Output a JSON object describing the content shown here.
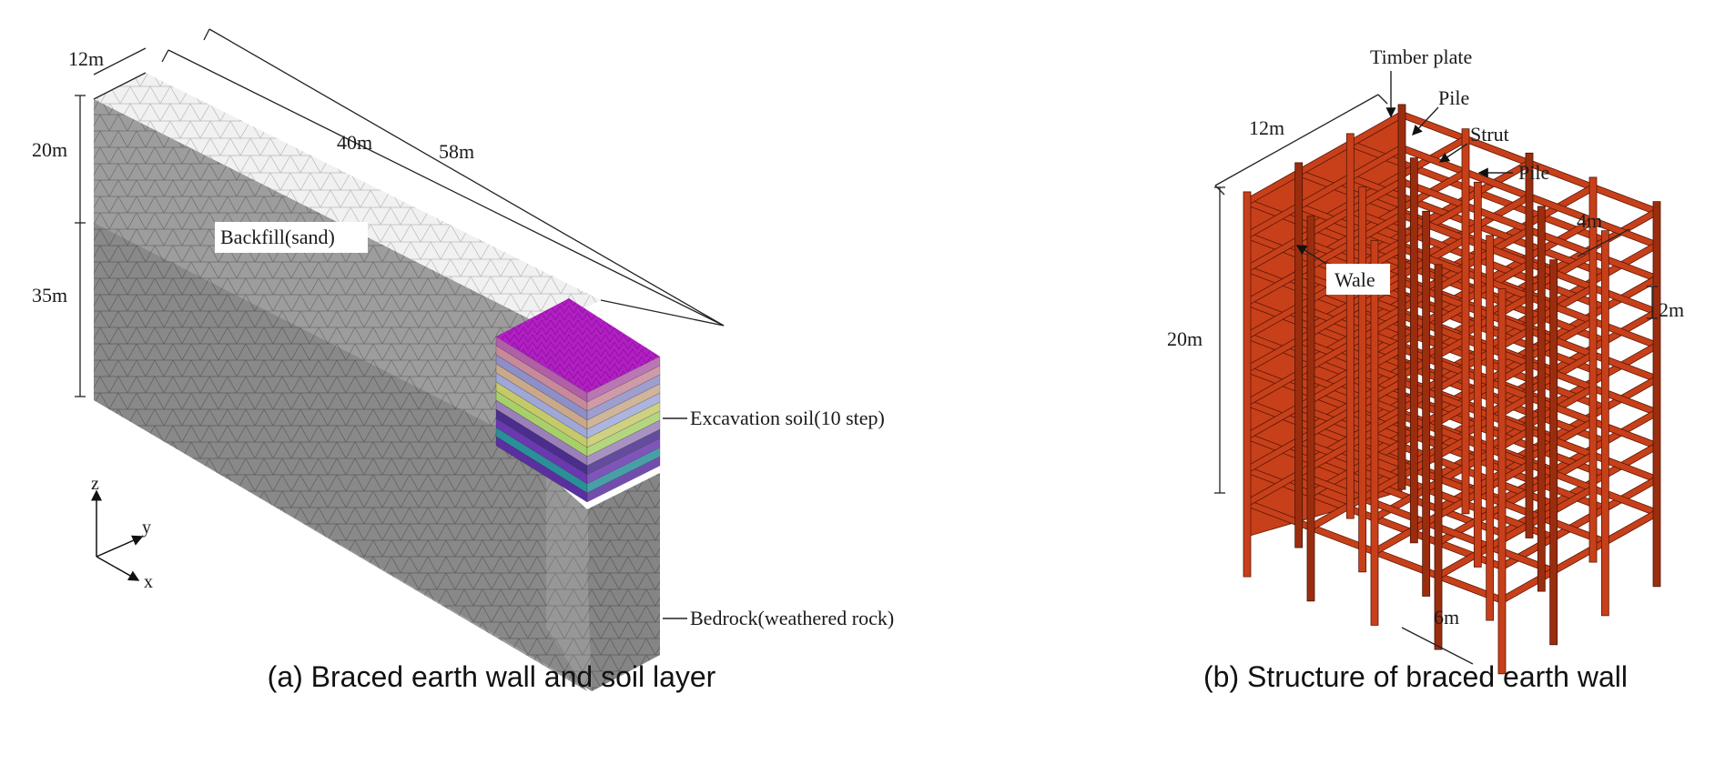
{
  "panel_a": {
    "caption": "(a) Braced earth wall and soil layer",
    "dims": {
      "width": "12m",
      "upper_depth": "20m",
      "lower_depth": "35m",
      "backfill_len": "40m",
      "total_len": "58m"
    },
    "labels": {
      "backfill": "Backfill(sand)",
      "excavation": "Excavation soil(10 step)",
      "bedrock": "Bedrock(weathered rock)"
    },
    "axes": {
      "z": "z",
      "y": "y",
      "x": "x"
    },
    "layer_colors": [
      "#a020b0",
      "#b05fa8",
      "#c88a9a",
      "#8e8ec8",
      "#c9a98a",
      "#9fa7d8",
      "#c6c96a",
      "#a8d06a",
      "#9a7fb8",
      "#4a2d8c",
      "#6a38b0",
      "#2a8f9a",
      "#5a2fa0"
    ]
  },
  "panel_b": {
    "caption": "(b) Structure of braced earth wall",
    "labels": {
      "timber_plate": "Timber plate",
      "pile_top": "Pile",
      "strut": "Strut",
      "pile_right": "Pile",
      "wale": "Wale"
    },
    "dims": {
      "width": "12m",
      "height": "20m",
      "spacing_4": "4m",
      "spacing_2": "2m",
      "spacing_6": "6m"
    },
    "colors": {
      "member": "#c7401a",
      "outline": "#5a1606"
    }
  }
}
